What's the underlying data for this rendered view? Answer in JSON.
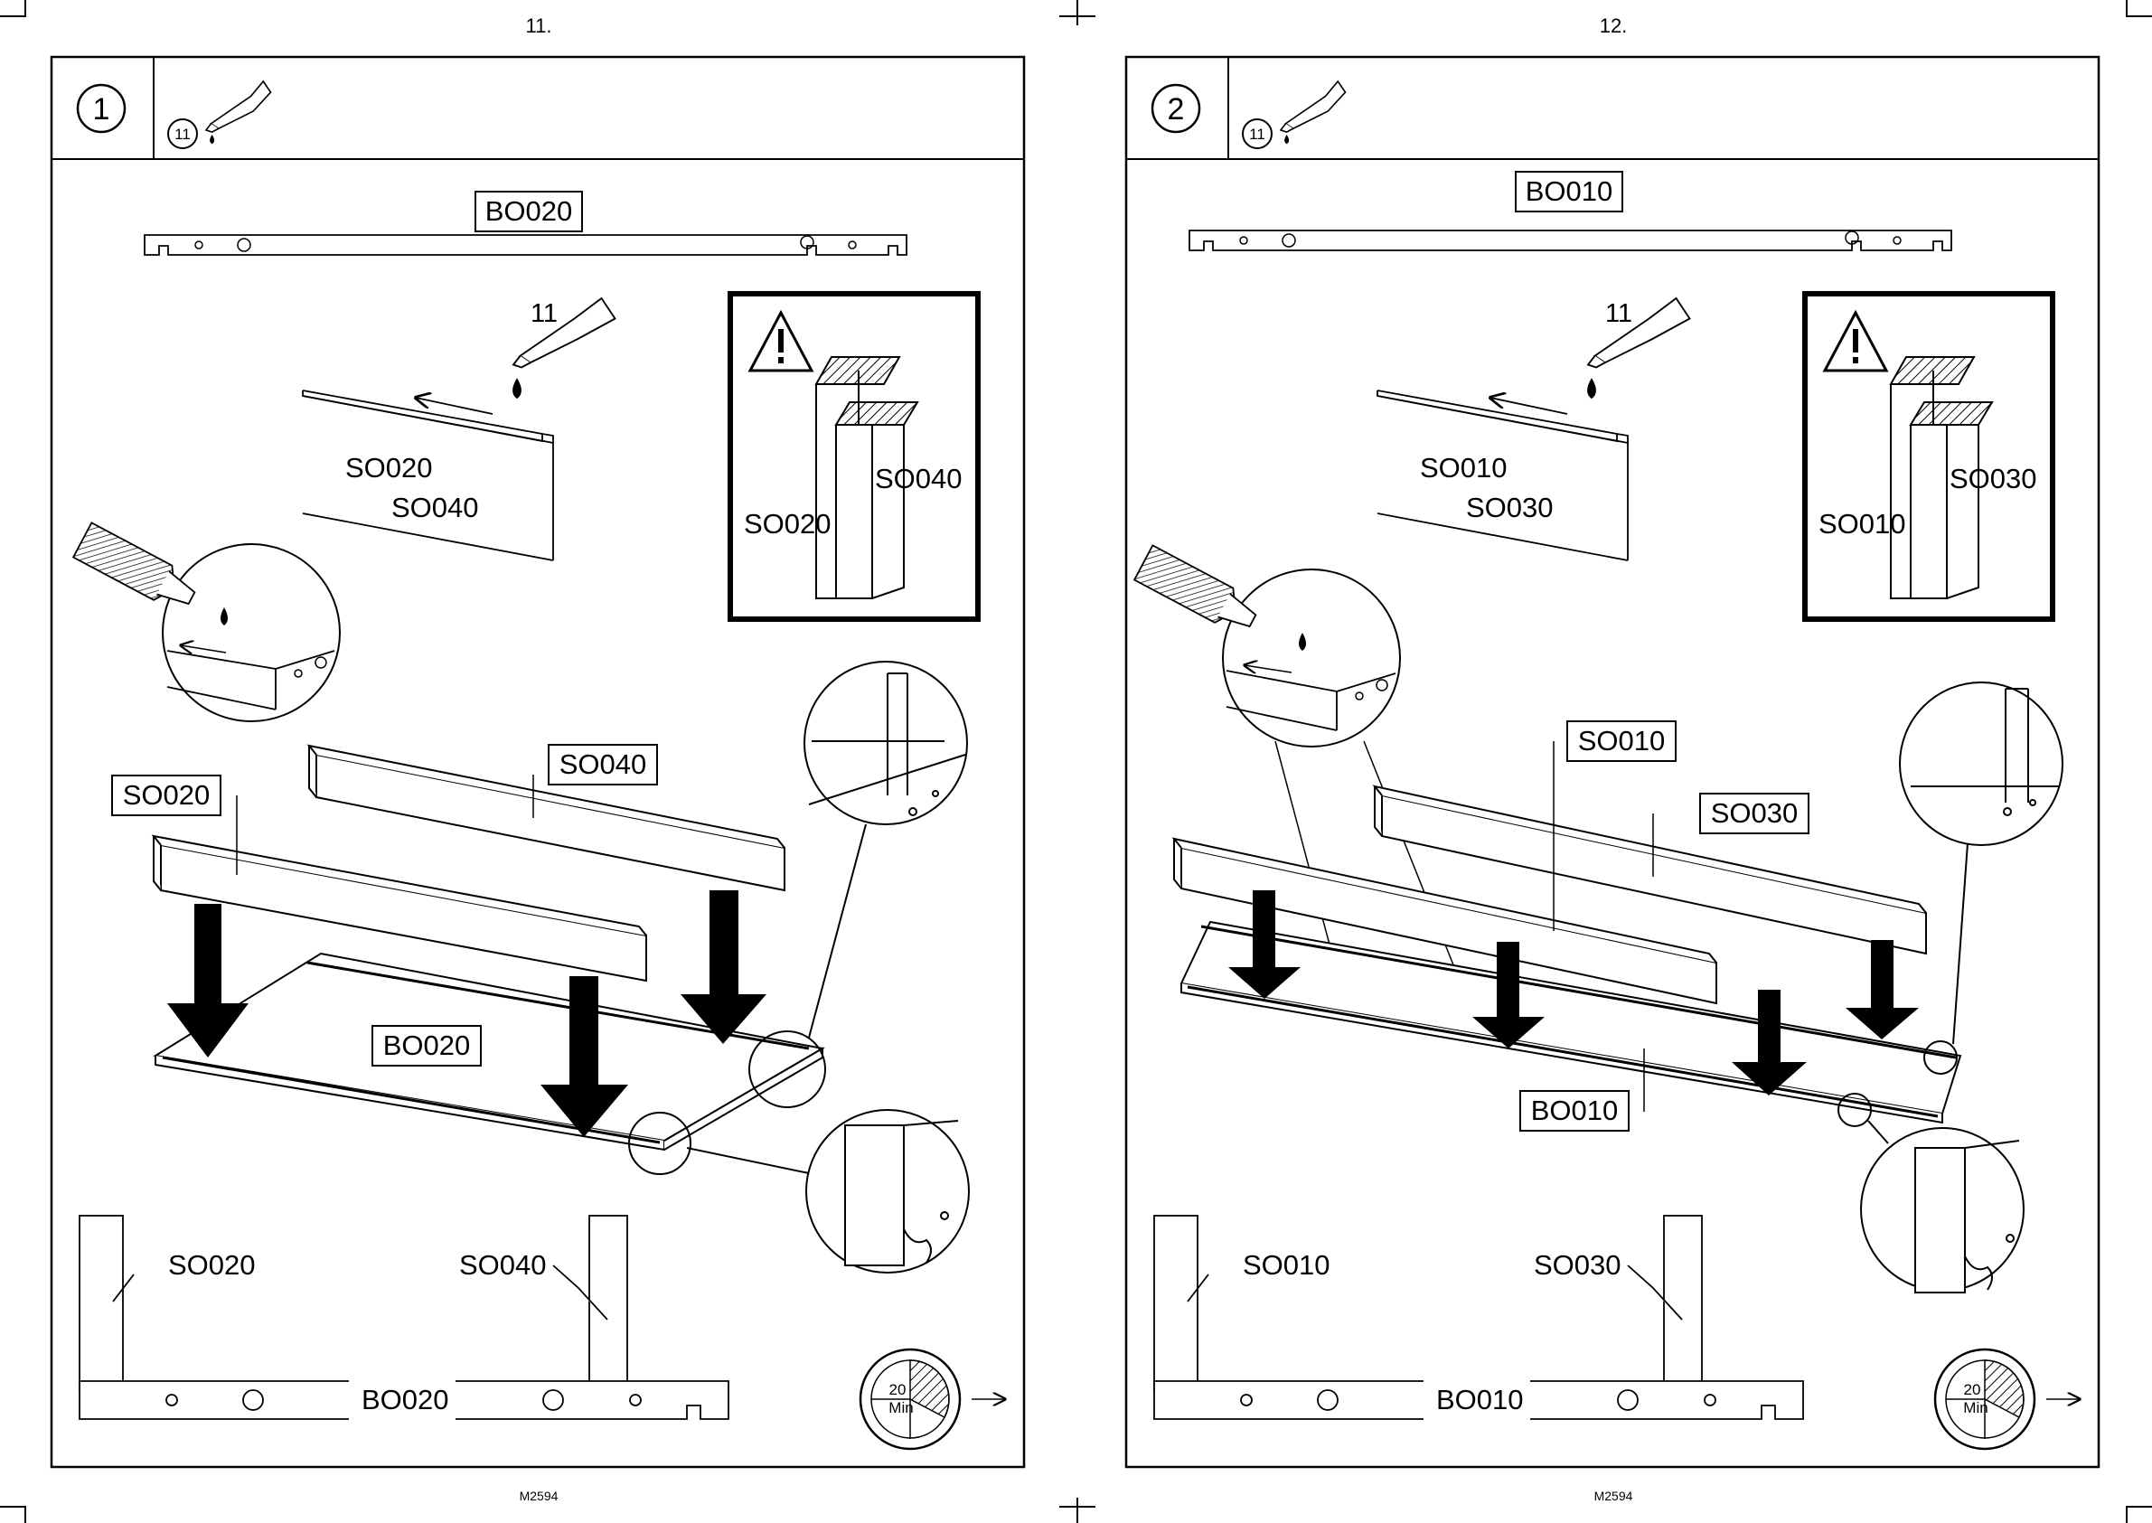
{
  "document_code": "M2594",
  "pages": [
    {
      "page_number": "11.",
      "step_number": "1",
      "glue_count": "11",
      "glue_drop_label": "11",
      "board_main": "BO020",
      "strip_front": "SO020",
      "strip_back": "SO040",
      "time_value": "20",
      "time_unit": "Min",
      "warning_icon": "warning-triangle-icon",
      "time_icon": "clock-icon",
      "glue_icon": "glue-tube-icon"
    },
    {
      "page_number": "12.",
      "step_number": "2",
      "glue_count": "11",
      "glue_drop_label": "11",
      "board_main": "BO010",
      "strip_front": "SO010",
      "strip_back": "SO030",
      "time_value": "20",
      "time_unit": "Min",
      "warning_icon": "warning-triangle-icon",
      "time_icon": "clock-icon",
      "glue_icon": "glue-tube-icon"
    }
  ]
}
